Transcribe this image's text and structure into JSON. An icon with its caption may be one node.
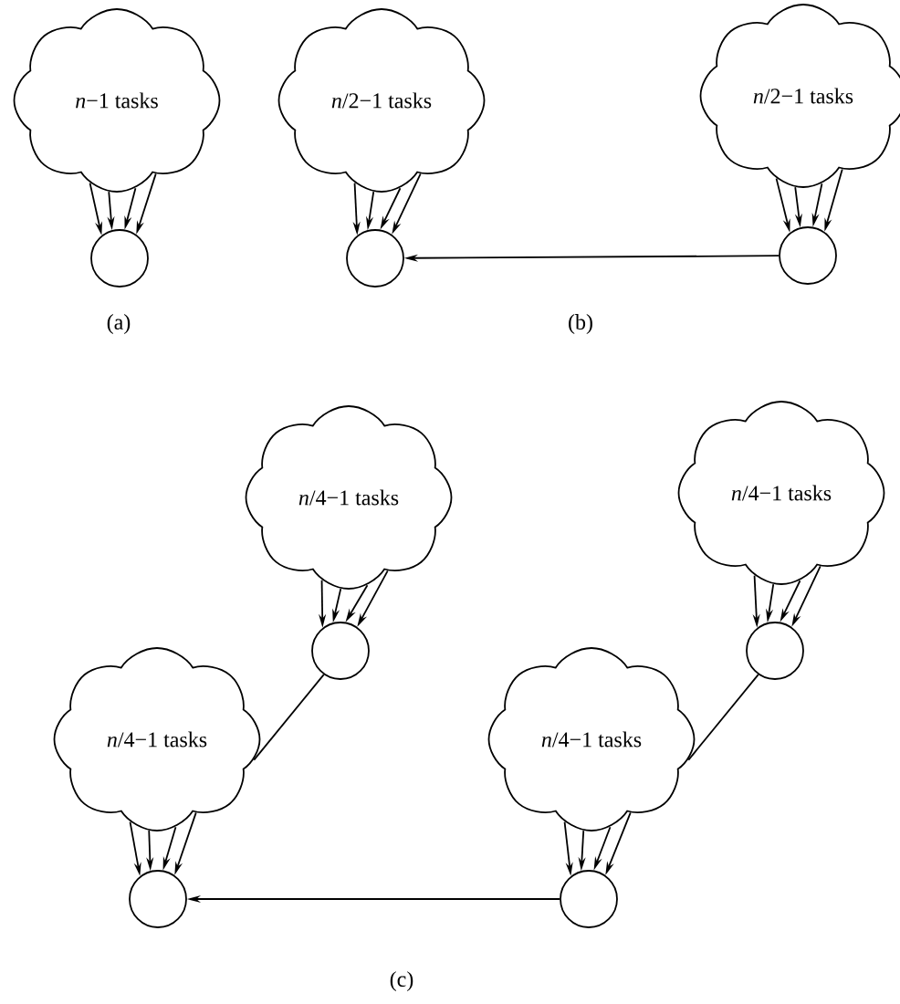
{
  "diagram": {
    "nodes": [
      {
        "text": [
          "*n*−1 tasks"
        ]
      },
      {
        "text": [],
        "shape": "circle"
      },
      {
        "text": [
          "*n*/2−1 tasks"
        ]
      },
      {
        "text": [],
        "shape": "circle"
      },
      {
        "text": [
          "*n*/2−1 tasks"
        ]
      },
      {
        "text": [],
        "shape": "circle"
      },
      {
        "text": [
          "*n*/4−1 tasks"
        ]
      },
      {
        "text": [],
        "shape": "circle"
      },
      {
        "text": [
          "*n*/4−1 tasks"
        ]
      },
      {
        "text": [],
        "shape": "circle"
      },
      {
        "text": [
          "*n*/4−1 tasks"
        ]
      },
      {
        "text": [],
        "shape": "circle"
      },
      {
        "text": [
          "*n*/4−1 tasks"
        ]
      },
      {
        "text": [],
        "shape": "circle"
      }
    ],
    "edges": [
      {
        "from": 0,
        "to": 1,
        "arrow": "to"
      },
      {
        "from": 0,
        "to": 1,
        "arrow": "to"
      },
      {
        "from": 0,
        "to": 1,
        "arrow": "to"
      },
      {
        "from": 0,
        "to": 1,
        "arrow": "to"
      },
      {
        "from": 2,
        "to": 3,
        "arrow": "to"
      },
      {
        "from": 2,
        "to": 3,
        "arrow": "to"
      },
      {
        "from": 2,
        "to": 3,
        "arrow": "to"
      },
      {
        "from": 2,
        "to": 3,
        "arrow": "to"
      },
      {
        "from": 4,
        "to": 5,
        "arrow": "to"
      },
      {
        "from": 4,
        "to": 5,
        "arrow": "to"
      },
      {
        "from": 4,
        "to": 5,
        "arrow": "to"
      },
      {
        "from": 4,
        "to": 5,
        "arrow": "to"
      },
      {
        "from": 5,
        "to": 3,
        "arrow": "to"
      },
      {
        "from": 6,
        "to": 7,
        "arrow": "to"
      },
      {
        "from": 6,
        "to": 7,
        "arrow": "to"
      },
      {
        "from": 6,
        "to": 7,
        "arrow": "to"
      },
      {
        "from": 6,
        "to": 7,
        "arrow": "to"
      },
      {
        "from": 7,
        "to": 8,
        "arrow": "none"
      },
      {
        "from": 8,
        "to": 9,
        "arrow": "to"
      },
      {
        "from": 8,
        "to": 9,
        "arrow": "to"
      },
      {
        "from": 8,
        "to": 9,
        "arrow": "to"
      },
      {
        "from": 8,
        "to": 9,
        "arrow": "to"
      },
      {
        "from": 10,
        "to": 11,
        "arrow": "to"
      },
      {
        "from": 10,
        "to": 11,
        "arrow": "to"
      },
      {
        "from": 10,
        "to": 11,
        "arrow": "to"
      },
      {
        "from": 10,
        "to": 11,
        "arrow": "to"
      },
      {
        "from": 11,
        "to": 12,
        "arrow": "none"
      },
      {
        "from": 12,
        "to": 13,
        "arrow": "to"
      },
      {
        "from": 12,
        "to": 13,
        "arrow": "to"
      },
      {
        "from": 12,
        "to": 13,
        "arrow": "to"
      },
      {
        "from": 12,
        "to": 13,
        "arrow": "to"
      },
      {
        "from": 13,
        "to": 9,
        "arrow": "to"
      }
    ],
    "labels": [
      "(a)",
      "(b)",
      "(c)"
    ]
  }
}
